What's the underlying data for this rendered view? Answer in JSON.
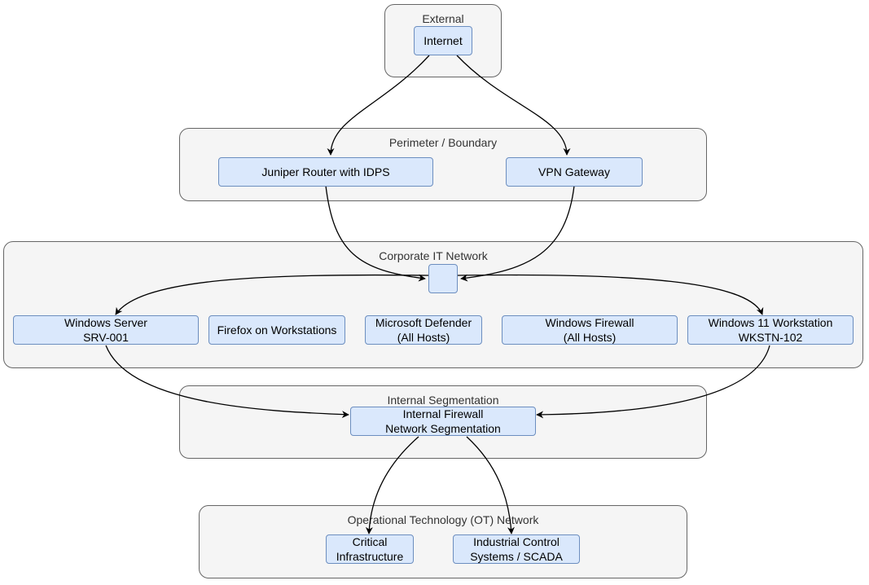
{
  "groups": {
    "external": "External",
    "perimeter": "Perimeter / Boundary",
    "corporate": "Corporate IT Network",
    "segmentation": "Internal Segmentation",
    "ot": "Operational Technology (OT) Network"
  },
  "nodes": {
    "internet": [
      "Internet"
    ],
    "juniper": [
      "Juniper Router with IDPS"
    ],
    "vpn": [
      "VPN Gateway"
    ],
    "hub": [],
    "windows_server": [
      "Windows Server",
      "SRV-001"
    ],
    "firefox": [
      "Firefox on Workstations"
    ],
    "defender": [
      "Microsoft Defender",
      "(All Hosts)"
    ],
    "win_firewall": [
      "Windows Firewall",
      "(All Hosts)"
    ],
    "win11": [
      "Windows 11 Workstation",
      "WKSTN-102"
    ],
    "internal_firewall": [
      "Internal Firewall",
      "Network Segmentation"
    ],
    "critical": [
      "Critical",
      "Infrastructure"
    ],
    "ics": [
      "Industrial Control",
      "Systems / SCADA"
    ]
  },
  "edges": [
    {
      "from": "internet",
      "to": "juniper"
    },
    {
      "from": "internet",
      "to": "vpn"
    },
    {
      "from": "juniper",
      "to": "hub"
    },
    {
      "from": "vpn",
      "to": "hub"
    },
    {
      "from": "hub",
      "to": "windows_server"
    },
    {
      "from": "hub",
      "to": "win11"
    },
    {
      "from": "windows_server",
      "to": "internal_firewall"
    },
    {
      "from": "win11",
      "to": "internal_firewall"
    },
    {
      "from": "internal_firewall",
      "to": "critical"
    },
    {
      "from": "internal_firewall",
      "to": "ics"
    }
  ],
  "colors": {
    "group_fill": "#f5f5f5",
    "group_stroke": "#666666",
    "node_fill": "#dae8fc",
    "node_stroke": "#6c8ebf",
    "edge": "#000000"
  }
}
